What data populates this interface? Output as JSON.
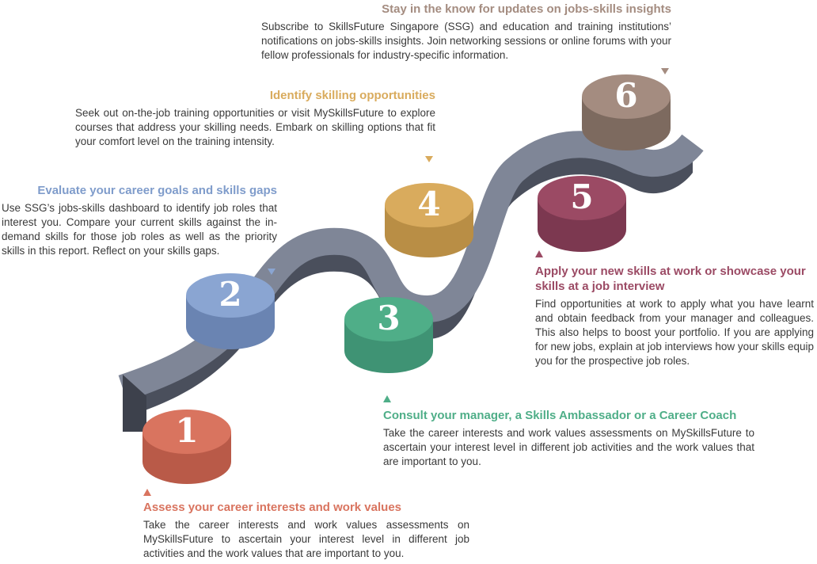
{
  "steps": [
    {
      "number": "1",
      "title": "Assess your career interests and work values",
      "body": "Take the career interests and work values assessments on MySkillsFuture to ascertain your interest level in different job activities and the work values that are important to you.",
      "color": "#d9745f"
    },
    {
      "number": "2",
      "title": "Evaluate your career goals and skills gaps",
      "body": "Use SSG’s jobs-skills dashboard to identify job roles that interest you. Compare your current skills against the in-demand skills for those job roles as well as the priority skills in this report. Reflect on your skills gaps.",
      "color": "#7f9ccb"
    },
    {
      "number": "3",
      "title": "Consult your manager, a Skills Ambassador or a Career Coach",
      "body": "Take the career interests and work values assessments on MySkillsFuture to ascertain your interest level in different job activities and the work values that are important to you.",
      "color": "#4fae88"
    },
    {
      "number": "4",
      "title": "Identify skilling opportunities",
      "body": "Seek out on-the-job training opportunities or visit MySkillsFuture to explore courses that address your skilling needs. Embark on skilling options that fit your comfort level on the training intensity.",
      "color": "#d9ab5d"
    },
    {
      "number": "5",
      "title": "Apply your new skills at work or showcase your skills at a job interview",
      "body": "Find opportunities at work to apply what you have learnt and obtain feedback from your manager and colleagues. This also helps to boost your portfolio. If you are applying for new jobs, explain at job interviews how your skills equip you for the prospective job roles.",
      "color": "#9b4a64"
    },
    {
      "number": "6",
      "title": "Stay in the know for updates on jobs-skills insights",
      "body": "Subscribe to SkillsFuture Singapore (SSG) and education and training institutions’ notifications on jobs-skills insights. Join networking sessions or online forums with your fellow professionals for industry-specific information.",
      "color": "#a48c80"
    }
  ],
  "road_color": "#7f8697"
}
